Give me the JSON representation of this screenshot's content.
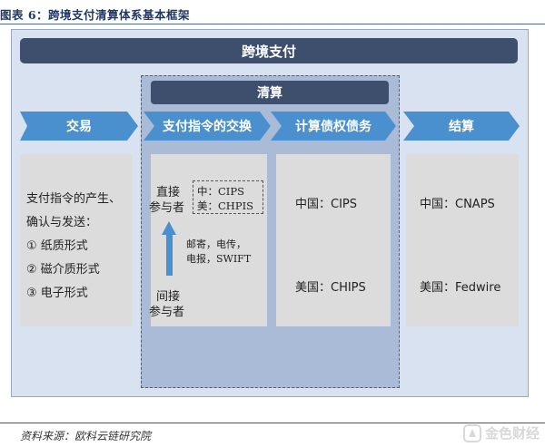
{
  "caption": "图表 6：跨境支付清算体系基本框架",
  "header": {
    "title": "跨境支付"
  },
  "clearing": {
    "title": "清算"
  },
  "stages": [
    {
      "label": "交易"
    },
    {
      "label": "支付指令的交换"
    },
    {
      "label": "计算债权债务"
    },
    {
      "label": "结算"
    }
  ],
  "transaction": {
    "lines": [
      "支付指令的产生、",
      "确认与发送：",
      "① 纸质形式",
      "② 磁介质形式",
      "③ 电子形式"
    ]
  },
  "exchange": {
    "direct_line1": "直接",
    "direct_line2": "参与者",
    "systems": [
      "中：CIPS",
      "美：CHPIS"
    ],
    "channels_line1": "邮寄，电传，",
    "channels_line2": "电报，SWIFT",
    "indirect_line1": "间接",
    "indirect_line2": "参与者"
  },
  "netting": {
    "items": [
      "中国：CIPS",
      "美国：CHIPS"
    ]
  },
  "settlement": {
    "items": [
      "中国：CNAPS",
      "美国：Fedwire"
    ]
  },
  "footer": {
    "source": "资料来源：欧科云链研究院",
    "watermark": "金色财经"
  },
  "colors": {
    "dark_bar": "#3e4f6e",
    "chevron": "#4a90cf",
    "panel": "#dcdcdc",
    "clearing_bg": "#aabbd8",
    "frame_bg": "#d9e2f0"
  }
}
